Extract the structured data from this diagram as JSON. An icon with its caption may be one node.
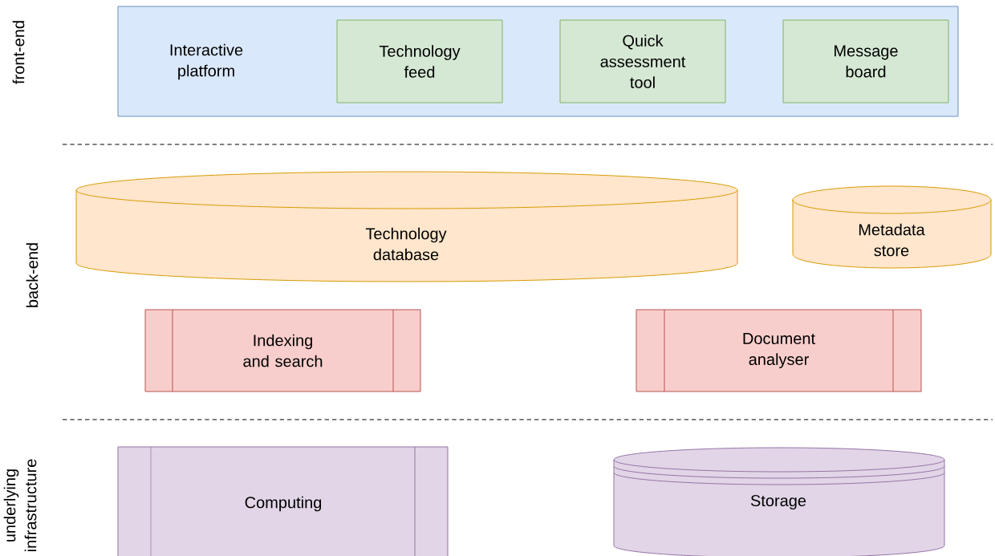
{
  "diagram": {
    "nodes": [
      {
        "text": [
          "Interactive platform"
        ]
      },
      {
        "text": [
          "Technology feed"
        ],
        "in": 0
      },
      {
        "text": [
          "Quick assessment tool"
        ],
        "in": 0
      },
      {
        "text": [
          "Message board"
        ],
        "in": 0
      },
      {
        "text": [
          "Technology database"
        ]
      },
      {
        "text": [
          "Metadata store"
        ]
      },
      {
        "text": [
          "Indexing and search"
        ]
      },
      {
        "text": [
          "Document analyser"
        ]
      },
      {
        "text": [
          "Computing"
        ]
      },
      {
        "text": [
          "Storage"
        ]
      }
    ],
    "labels": [
      "front-end",
      "back-end",
      "underlying infrastructure"
    ]
  }
}
